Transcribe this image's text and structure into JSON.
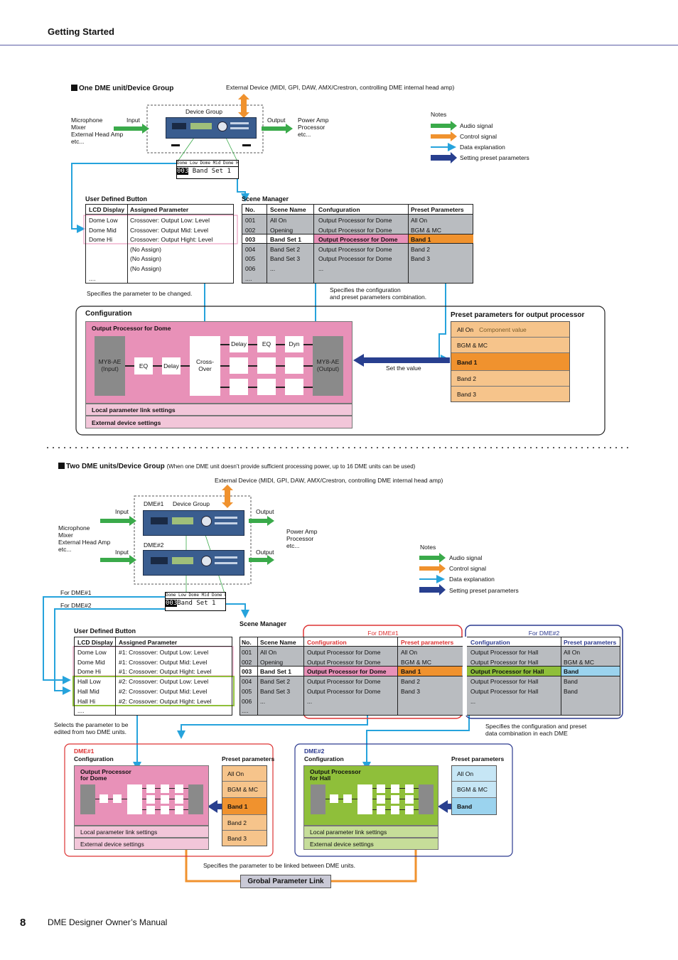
{
  "header": {
    "section_title": "Getting Started",
    "page_number": "8",
    "footer_title": "DME Designer Owner’s Manual"
  },
  "colors": {
    "audio": "#3aaa4a",
    "control": "#f0922e",
    "data": "#26a3dc",
    "preset": "#283f8f",
    "pink": "#e891b8",
    "green": "#8fbf3a",
    "orange_light": "#f6c48b",
    "orange": "#f0922e",
    "blue_light": "#9bd3ee"
  },
  "section1": {
    "title": "One DME unit/Device Group",
    "external_device": "External Device (MIDI, GPI, DAW, AMX/Crestron, controlling DME internal head amp)",
    "device_group": "Device Group",
    "input_label": "Input",
    "output_label": "Output",
    "sources": [
      "Microphone",
      "Mixer",
      "External Head Amp",
      "etc..."
    ],
    "dests": [
      "Power Amp",
      "Processor",
      "etc..."
    ],
    "lcd": {
      "row1": "Dome Low Dome Mid Dome Hi",
      "num": "003",
      "name": "Band Set 1"
    },
    "notes": {
      "title": "Notes",
      "items": [
        "Audio signal",
        "Control signal",
        "Data explanation",
        "Setting preset parameters"
      ]
    },
    "udb": {
      "title": "User Defined Button",
      "headers": [
        "LCD Display",
        "Assigned Parameter"
      ],
      "rows": [
        [
          "Dome Low",
          "Crossover: Output Low: Level"
        ],
        [
          "Dome Mid",
          "Crossover: Output Mid: Level"
        ],
        [
          "Dome Hi",
          "Crossover: Output Hight: Level"
        ],
        [
          "",
          "(No Assign)"
        ],
        [
          "",
          "(No Assign)"
        ],
        [
          "",
          "(No Assign)"
        ],
        [
          "....",
          ""
        ]
      ],
      "note": "Specifies the parameter to be changed."
    },
    "scene": {
      "title": "Scene Manager",
      "headers": [
        "No.",
        "Scene Name",
        "Confuguration",
        "Preset Parameters"
      ],
      "rows": [
        [
          "001",
          "All On",
          "Output Processor for Dome",
          "All On"
        ],
        [
          "002",
          "Opening",
          "Output Processor for Dome",
          "BGM & MC"
        ],
        [
          "003",
          "Band Set 1",
          "Output Processor for Dome",
          "Band 1"
        ],
        [
          "004",
          "Band Set 2",
          "Output Processor for Dome",
          "Band 2"
        ],
        [
          "005",
          "Band Set 3",
          "Output Processor for Dome",
          "Band 3"
        ],
        [
          "006",
          "...",
          "...",
          ""
        ],
        [
          "....",
          "",
          "",
          ""
        ]
      ],
      "note1": "Specifies the configuration",
      "note2": "and preset parameters combination."
    },
    "config": {
      "title": "Configuration",
      "proc_title": "Output Processor for Dome",
      "in_block": [
        "MY8-AE",
        "(Input)"
      ],
      "out_block": [
        "MY8-AE",
        "(Output)"
      ],
      "eq": "EQ",
      "delay": "Delay",
      "crossover": [
        "Cross-",
        "Over"
      ],
      "col_labels": [
        "Delay",
        "EQ",
        "Dyn"
      ],
      "local": "Local parameter link settings",
      "external": "External device settings",
      "set_value": "Set the value"
    },
    "preset": {
      "title": "Preset parameters for output processor",
      "items": [
        "All On",
        "BGM & MC",
        "Band 1",
        "Band 2",
        "Band 3"
      ],
      "component_value": "Component value"
    }
  },
  "section2": {
    "title": "Two DME units/Device Group",
    "subtitle": "(When one DME unit doesn’t provide sufficient processing power, up to 16 DME units can be used)",
    "external_device": "External Device (MIDI, GPI, DAW, AMX/Crestron, controlling DME internal head amp)",
    "dme1": "DME#1",
    "dme2": "DME#2",
    "device_group": "Device Group",
    "input_label": "Input",
    "output_label": "Output",
    "sources": [
      "Microphone",
      "Mixer",
      "External Head Amp",
      "etc..."
    ],
    "dests": [
      "Power Amp",
      "Processor",
      "etc..."
    ],
    "for_dme1": "For DME#1",
    "for_dme2": "For DME#2",
    "lcd": {
      "row1": "Dome Low Dome Mid Dome Hi",
      "num": "003",
      "name": "Band Set 1"
    },
    "notes": {
      "title": "Notes",
      "items": [
        "Audio signal",
        "Control signal",
        "Data explanation",
        "Setting preset parameters"
      ]
    },
    "udb": {
      "title": "User Defined Button",
      "headers": [
        "LCD Display",
        "Assigned Parameter"
      ],
      "rows": [
        [
          "Dome Low",
          "#1: Crossover: Output Low: Level"
        ],
        [
          "Dome Mid",
          "#1: Crossover: Output Mid: Level"
        ],
        [
          "Dome Hi",
          "#1: Crossover: Output Hight: Level"
        ],
        [
          "Hall Low",
          "#2: Crossover: Output Low: Level"
        ],
        [
          "Hall Mid",
          "#2: Crossover: Output Mid: Level"
        ],
        [
          "Hall Hi",
          "#2: Crossover: Output Hight: Level"
        ],
        [
          "....",
          ""
        ]
      ],
      "note1": "Selects the parameter to be",
      "note2": "edited from two DME units."
    },
    "scene": {
      "title": "Scene Manager",
      "headers": [
        "No.",
        "Scene Name",
        "Configuration",
        "Preset parameters",
        "Configuration",
        "Preset parameters"
      ],
      "rows": [
        [
          "001",
          "All On",
          "Output Processor for Dome",
          "All On",
          "Output Processor for Hall",
          "All On"
        ],
        [
          "002",
          "Opening",
          "Output Processor for Dome",
          "BGM & MC",
          "Output Processor for Hall",
          "BGM & MC"
        ],
        [
          "003",
          "Band Set 1",
          "Output Processor for Dome",
          "Band 1",
          "Output Processor for Hall",
          "Band"
        ],
        [
          "004",
          "Band Set 2",
          "Output Processor for Dome",
          "Band 2",
          "Output Processor for Hall",
          "Band"
        ],
        [
          "005",
          "Band Set 3",
          "Output Processor for Dome",
          "Band 3",
          "Output Processor for Hall",
          "Band"
        ],
        [
          "006",
          "...",
          "...",
          "",
          "...",
          ""
        ],
        [
          "....",
          "",
          "",
          "",
          "",
          ""
        ]
      ],
      "note1": "Specifies the configuration and preset",
      "note2": "data combination in each DME"
    },
    "config1": {
      "dme": "DME#1",
      "title": "Configuration",
      "proc1": "Output Processor",
      "proc2": "for Dome",
      "preset_title": "Preset parameters",
      "presets": [
        "All On",
        "BGM & MC",
        "Band 1",
        "Band 2",
        "Band 3"
      ],
      "local": "Local parameter link settings",
      "external": "External device settings"
    },
    "config2": {
      "dme": "DME#2",
      "title": "Configuration",
      "proc1": "Output Processor",
      "proc2": "for Hall",
      "preset_title": "Preset parameters",
      "presets": [
        "All On",
        "BGM & MC",
        "Band"
      ],
      "local": "Local parameter link settings",
      "external": "External device settings"
    },
    "link_note": "Specifies the parameter to be linked between DME units.",
    "global_link": "Grobal Parameter Link"
  }
}
